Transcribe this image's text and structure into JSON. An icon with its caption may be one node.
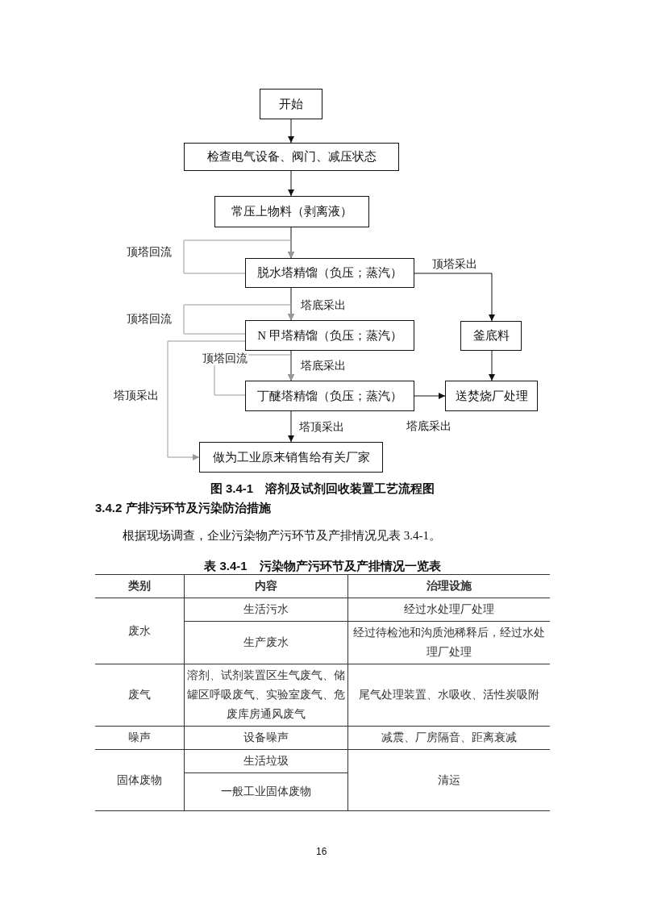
{
  "diagram": {
    "caption": "图 3.4-1　溶剂及试剂回收装置工艺流程图",
    "nodes": [
      {
        "text": [
          "开始"
        ]
      },
      {
        "text": [
          "检查电气设备、阀门、减压状态"
        ]
      },
      {
        "text": [
          "常压上物料（剥离液）"
        ]
      },
      {
        "text": [
          "脱水塔精馏（负压；蒸汽）"
        ]
      },
      {
        "text": [
          "N 甲塔精馏（负压；蒸汽）"
        ]
      },
      {
        "text": [
          "釜底料"
        ]
      },
      {
        "text": [
          "丁醚塔精馏（负压；蒸汽）"
        ]
      },
      {
        "text": [
          "送焚烧厂处理"
        ]
      },
      {
        "text": [
          "做为工业原来销售给有关厂家"
        ]
      }
    ],
    "edges": [
      {
        "from": 0,
        "to": 1,
        "arrow": "to"
      },
      {
        "from": 1,
        "to": 2,
        "arrow": "to"
      },
      {
        "from": 2,
        "to": 3,
        "arrow": "to"
      },
      {
        "from": 3,
        "to": 3,
        "arrow": "to",
        "label": "顶塔回流",
        "color": "#999999"
      },
      {
        "from": 3,
        "to": 5,
        "arrow": "to",
        "label": "顶塔采出"
      },
      {
        "from": 3,
        "to": 4,
        "arrow": "to",
        "label": "塔底采出"
      },
      {
        "from": 4,
        "to": 4,
        "arrow": "to",
        "label": "顶塔回流",
        "color": "#999999"
      },
      {
        "from": 4,
        "to": 8,
        "arrow": "to",
        "label": "塔顶采出",
        "color": "#999999"
      },
      {
        "from": 4,
        "to": 6,
        "arrow": "to",
        "label": "塔底采出"
      },
      {
        "from": 6,
        "to": 6,
        "arrow": "to",
        "label": "顶塔回流",
        "color": "#999999"
      },
      {
        "from": 5,
        "to": 7,
        "arrow": "to"
      },
      {
        "from": 6,
        "to": 7,
        "arrow": "to",
        "label": "塔底采出"
      },
      {
        "from": 6,
        "to": 8,
        "arrow": "to",
        "label": "塔顶采出"
      }
    ],
    "labels": [
      "3.4.2 产排污环节及污染防治措施",
      "根据现场调查，企业污染物产污环节及产排情况见表 3.4-1。",
      "表 3.4-1　污染物产污环节及产排情况一览表",
      "类别",
      "内容",
      "治理设施",
      "废水",
      "生活污水",
      "经过水处理厂处理",
      "生产废水",
      "经过待检池和沟质池稀释后，经过水处理厂处理",
      "废气",
      "溶剂、试剂装置区生气废气、储罐区呼吸废气、实验室废气、危废库房通风废气",
      "尾气处理装置、水吸收、活性炭吸附",
      "噪声",
      "设备噪声",
      "减震、厂房隔音、距离衰减",
      "固体废物",
      "生活垃圾",
      "清运",
      "一般工业固体废物",
      "16"
    ]
  }
}
